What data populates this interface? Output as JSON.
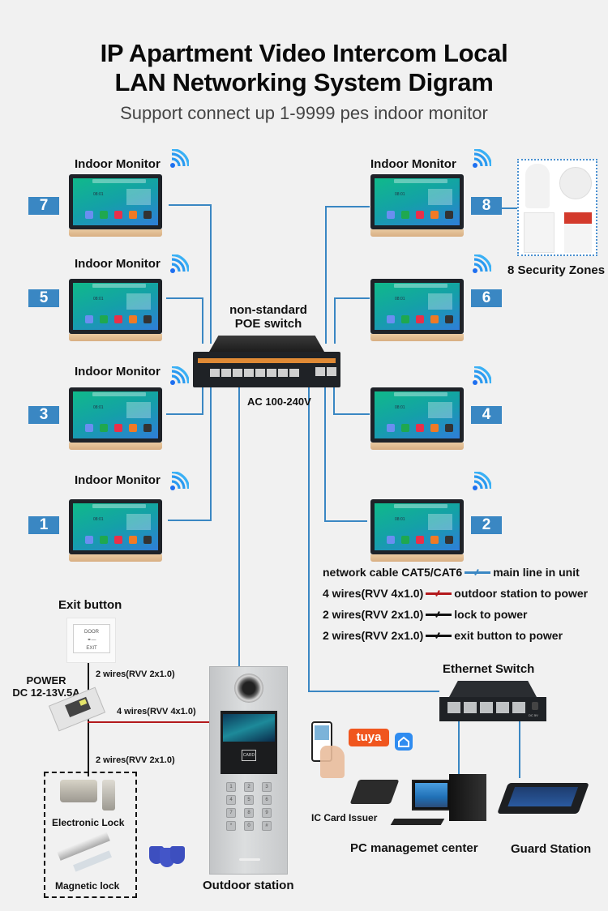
{
  "header": {
    "title_line1": "IP Apartment Video Intercom Local",
    "title_line2": "LAN Networking System Digram",
    "subtitle": "Support connect up 1-9999 pes indoor monitor"
  },
  "colors": {
    "network_cable": "#3a87c3",
    "power_4wire": "#b3191c",
    "wire_2": "#111111",
    "badge": "#3a87c3",
    "background": "#f1f1f1"
  },
  "monitors": [
    {
      "id": "7",
      "label": "Indoor Monitor",
      "side": "left"
    },
    {
      "id": "5",
      "label": "Indoor Monitor",
      "side": "left"
    },
    {
      "id": "3",
      "label": "Indoor Monitor",
      "side": "left"
    },
    {
      "id": "1",
      "label": "Indoor Monitor",
      "side": "left"
    },
    {
      "id": "8",
      "label": "Indoor Monitor",
      "side": "right"
    },
    {
      "id": "6",
      "label": "",
      "side": "right"
    },
    {
      "id": "4",
      "label": "",
      "side": "right"
    },
    {
      "id": "2",
      "label": "",
      "side": "right"
    }
  ],
  "monitor_screen": {
    "clock": "08:01"
  },
  "poe_switch": {
    "label_line1": "non-standard",
    "label_line2": "POE switch",
    "power": "AC 100-240V"
  },
  "security": {
    "label": "8 Security Zones"
  },
  "legend": [
    {
      "left": "network cable CAT5/CAT6",
      "right": "main line in unit",
      "color_key": "network_cable"
    },
    {
      "left": "4 wires(RVV 4x1.0)",
      "right": "outdoor station to power",
      "color_key": "power_4wire"
    },
    {
      "left": "2 wires(RVV 2x1.0)",
      "right": "lock to power",
      "color_key": "wire_2"
    },
    {
      "left": "2 wires(RVV 2x1.0)",
      "right": "exit button to power",
      "color_key": "wire_2"
    }
  ],
  "power_section": {
    "exit_button_label": "Exit button",
    "exit_button_text_top": "DOOR",
    "exit_button_text_bottom": "EXIT",
    "power_label_line1": "POWER",
    "power_label_line2": "DC 12-13V.5A",
    "wire_exit": "2 wires(RVV 2x1.0)",
    "wire_outdoor": "4 wires(RVV 4x1.0)",
    "wire_lock": "2 wires(RVV 2x1.0)",
    "electronic_lock": "Electronic Lock",
    "magnetic_lock": "Magnetic lock"
  },
  "outdoor_station": {
    "label": "Outdoor station",
    "card_text": "CARD",
    "keys": [
      "1",
      "2",
      "3",
      "4",
      "5",
      "6",
      "7",
      "8",
      "9",
      "*",
      "0",
      "#"
    ]
  },
  "ethernet_switch": {
    "label": "Ethernet Switch",
    "dc_label": "DC 5V"
  },
  "apps": {
    "tuya": "tuya"
  },
  "devices": {
    "ic_card": "IC Card Issuer",
    "pc": "PC managemet center",
    "guard": "Guard Station"
  }
}
